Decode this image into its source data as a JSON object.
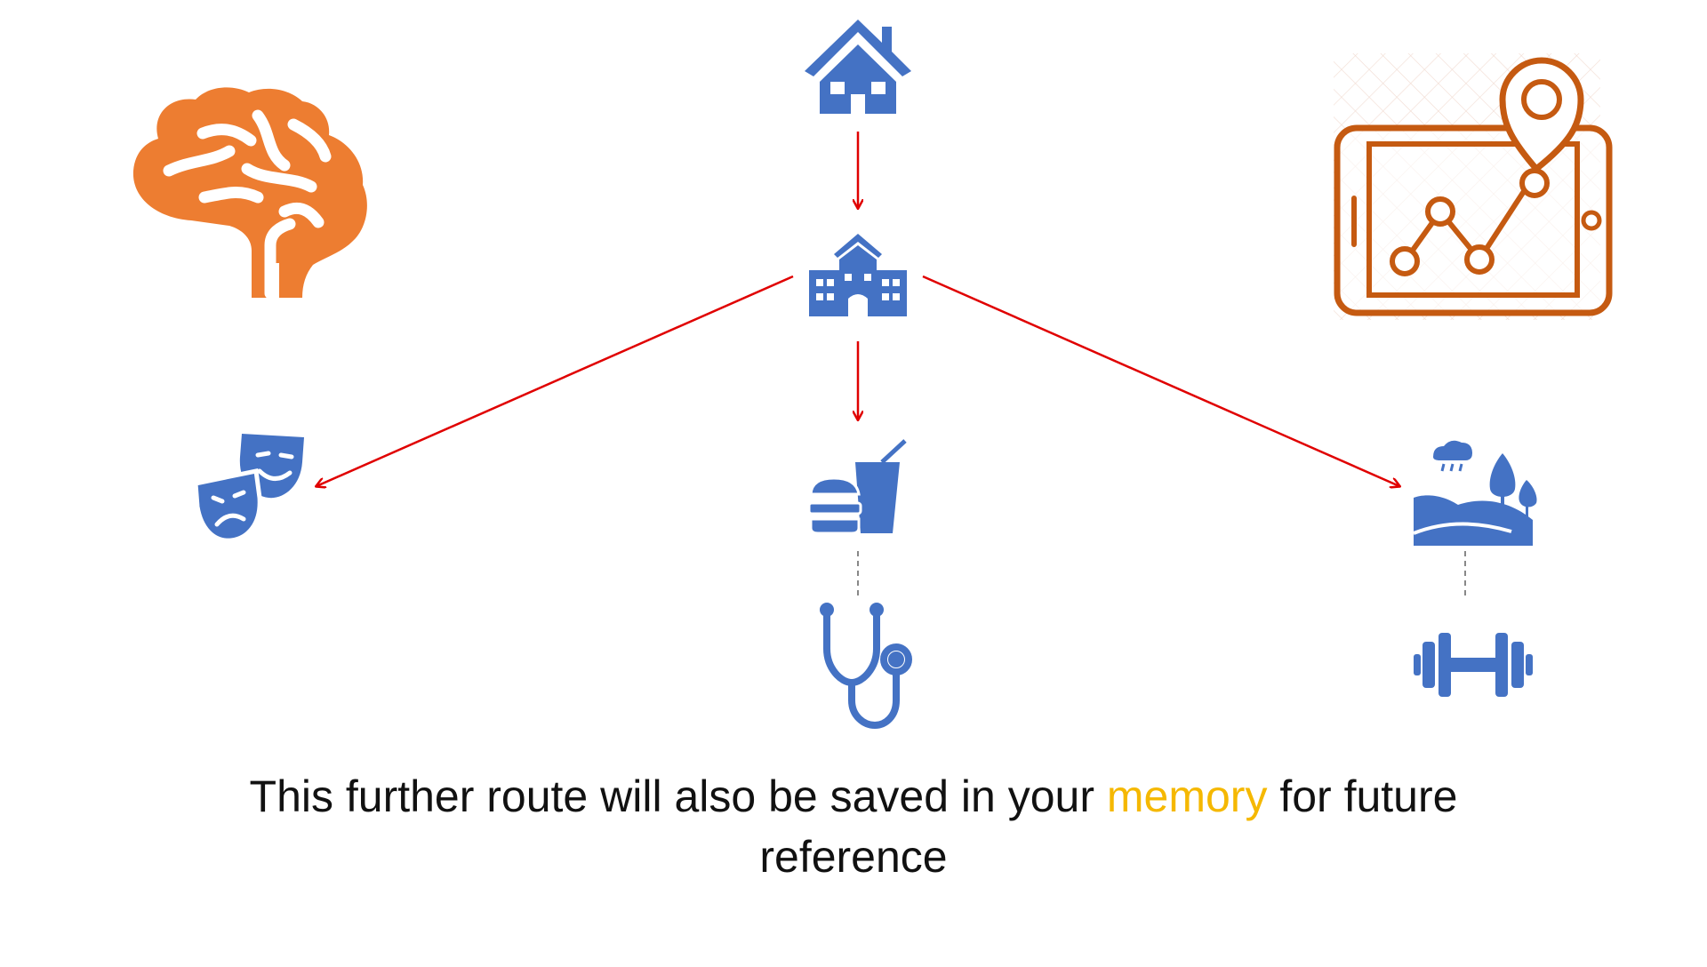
{
  "caption": {
    "before": "This further route will also be saved in your ",
    "highlight": "memory",
    "after_line1": " for future",
    "line2": "reference"
  },
  "colors": {
    "icon_blue": "#4472C4",
    "accent_orange": "#ED7D31",
    "map_orange": "#C55A11",
    "arrow_red": "#E00000",
    "highlight_yellow": "#F5B800",
    "dashed_gray": "#888888",
    "text": "#111111"
  },
  "icons": [
    "brain-icon",
    "house-icon",
    "school-icon",
    "theater-masks-icon",
    "fast-food-icon",
    "stethoscope-icon",
    "park-icon",
    "dumbbell-icon",
    "tablet-map-icon"
  ]
}
